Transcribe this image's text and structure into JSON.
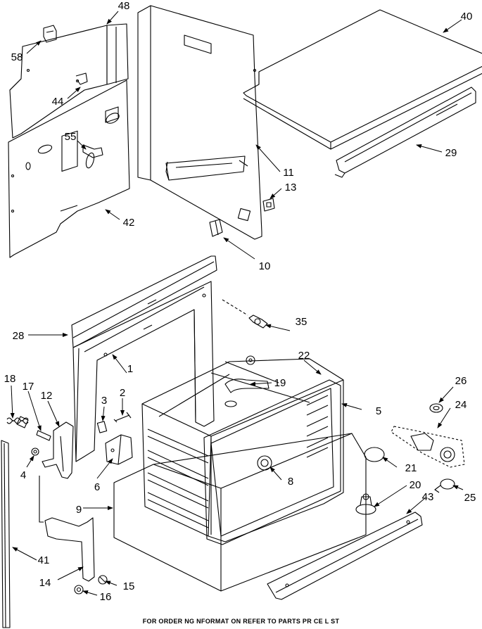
{
  "footer": "FOR ORDER NG NFORMAT ON REFER TO PARTS PR CE L ST",
  "parts": [
    {
      "id": "p48",
      "label": "48"
    },
    {
      "id": "p40",
      "label": "40"
    },
    {
      "id": "p58",
      "label": "58"
    },
    {
      "id": "p44",
      "label": "44"
    },
    {
      "id": "p55",
      "label": "55"
    },
    {
      "id": "p42",
      "label": "42"
    },
    {
      "id": "p11",
      "label": "11"
    },
    {
      "id": "p13",
      "label": "13"
    },
    {
      "id": "p29",
      "label": "29"
    },
    {
      "id": "p10",
      "label": "10"
    },
    {
      "id": "p28",
      "label": "28"
    },
    {
      "id": "p35",
      "label": "35"
    },
    {
      "id": "p22",
      "label": "22"
    },
    {
      "id": "p1",
      "label": "1"
    },
    {
      "id": "p18",
      "label": "18"
    },
    {
      "id": "p17",
      "label": "17"
    },
    {
      "id": "p12",
      "label": "12"
    },
    {
      "id": "p3",
      "label": "3"
    },
    {
      "id": "p2",
      "label": "2"
    },
    {
      "id": "p19",
      "label": "19"
    },
    {
      "id": "p26",
      "label": "26"
    },
    {
      "id": "p5",
      "label": "5"
    },
    {
      "id": "p24",
      "label": "24"
    },
    {
      "id": "p4",
      "label": "4"
    },
    {
      "id": "p6",
      "label": "6"
    },
    {
      "id": "p21",
      "label": "21"
    },
    {
      "id": "p8",
      "label": "8"
    },
    {
      "id": "p25",
      "label": "25"
    },
    {
      "id": "p20",
      "label": "20"
    },
    {
      "id": "p43",
      "label": "43"
    },
    {
      "id": "p9",
      "label": "9"
    },
    {
      "id": "p41",
      "label": "41"
    },
    {
      "id": "p14",
      "label": "14"
    },
    {
      "id": "p15",
      "label": "15"
    },
    {
      "id": "p16",
      "label": "16"
    }
  ]
}
